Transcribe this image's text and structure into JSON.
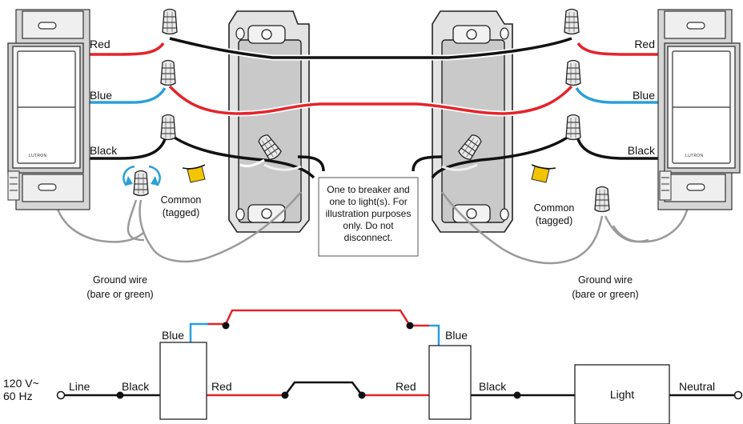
{
  "colors": {
    "red": "#e4242b",
    "blue": "#2b9fd9",
    "black": "#111111",
    "ground": "#9a9a9a",
    "tag": "#f2c500",
    "box_fill": "#c9c9c9",
    "switch_plate": "#e6e6e6"
  },
  "icons": {
    "rotate": "rotate-arrows-icon",
    "wire_nut": "wire-nut-icon"
  },
  "wiring": {
    "left_labels": {
      "red": "Red",
      "blue": "Blue",
      "black": "Black"
    },
    "right_labels": {
      "red": "Red",
      "blue": "Blue",
      "black": "Black"
    },
    "brand": "LUTRON",
    "common_left": [
      "Common",
      "(tagged)"
    ],
    "common_right": [
      "Common",
      "(tagged)"
    ],
    "ground_left": [
      "Ground wire",
      "(bare or green)"
    ],
    "ground_right": [
      "Ground wire",
      "(bare or green)"
    ],
    "note": [
      "One to breaker and",
      "one to light(s). For",
      "illustration purposes",
      "only. Do not",
      "disconnect."
    ]
  },
  "schematic": {
    "supply": [
      "120 V~",
      "60 Hz"
    ],
    "line": "Line",
    "black_left": "Black",
    "red_left": "Red",
    "blue_left": "Blue",
    "red_right": "Red",
    "blue_right": "Blue",
    "black_right": "Black",
    "light": "Light",
    "neutral": "Neutral"
  }
}
